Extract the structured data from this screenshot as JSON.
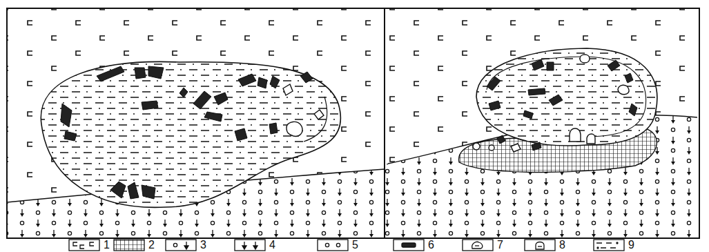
{
  "diagram": {
    "legend": [
      {
        "text": "1"
      },
      {
        "text": "2"
      },
      {
        "text": "3"
      },
      {
        "text": "4"
      },
      {
        "text": "5"
      },
      {
        "text": "6"
      },
      {
        "text": "7"
      },
      {
        "text": "8"
      },
      {
        "text": "9"
      }
    ]
  }
}
